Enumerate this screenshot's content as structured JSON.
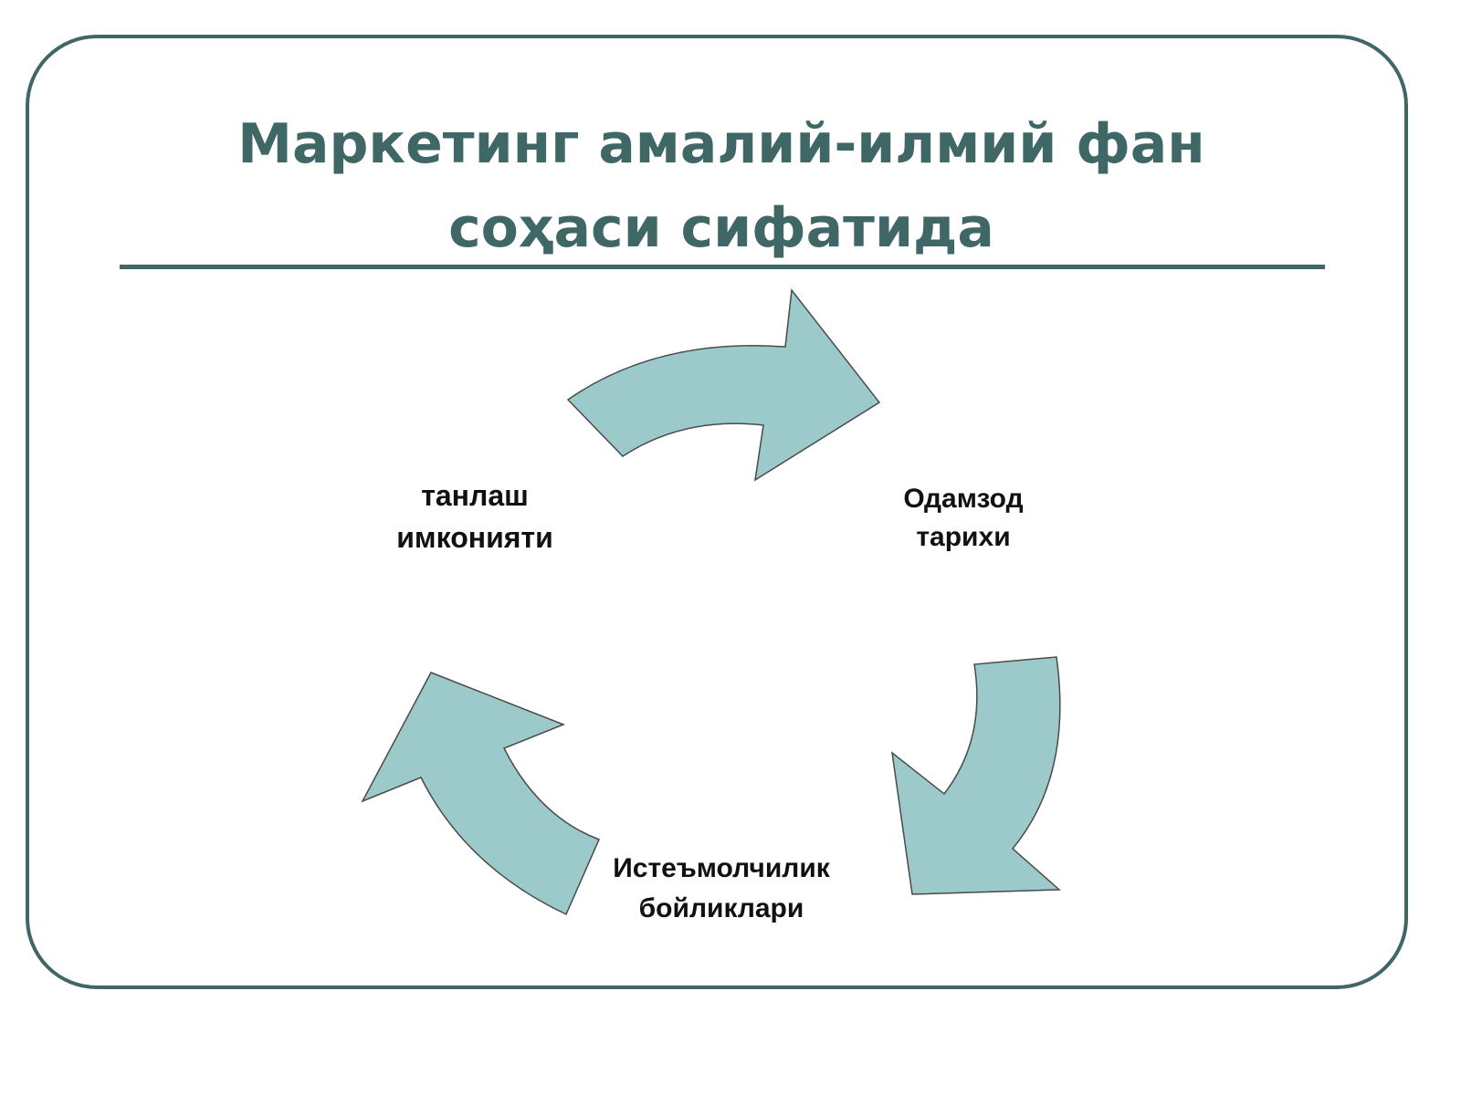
{
  "title": {
    "line1": "Маркетинг амалий-илмий фан",
    "line2": "соҳаси сифатида"
  },
  "cycle": {
    "nodes": [
      {
        "id": "left",
        "line1": "танлаш",
        "line2": "имконияти"
      },
      {
        "id": "right",
        "line1": "Одамзод",
        "line2": "тарихи"
      },
      {
        "id": "bottom",
        "line1": "Истеъмолчилик",
        "line2": "бойликлари"
      }
    ]
  },
  "colors": {
    "accent": "#3f6766",
    "arrow_fill": "#9ccaca",
    "arrow_stroke": "#4a4a4a",
    "label_text": "#111111"
  }
}
